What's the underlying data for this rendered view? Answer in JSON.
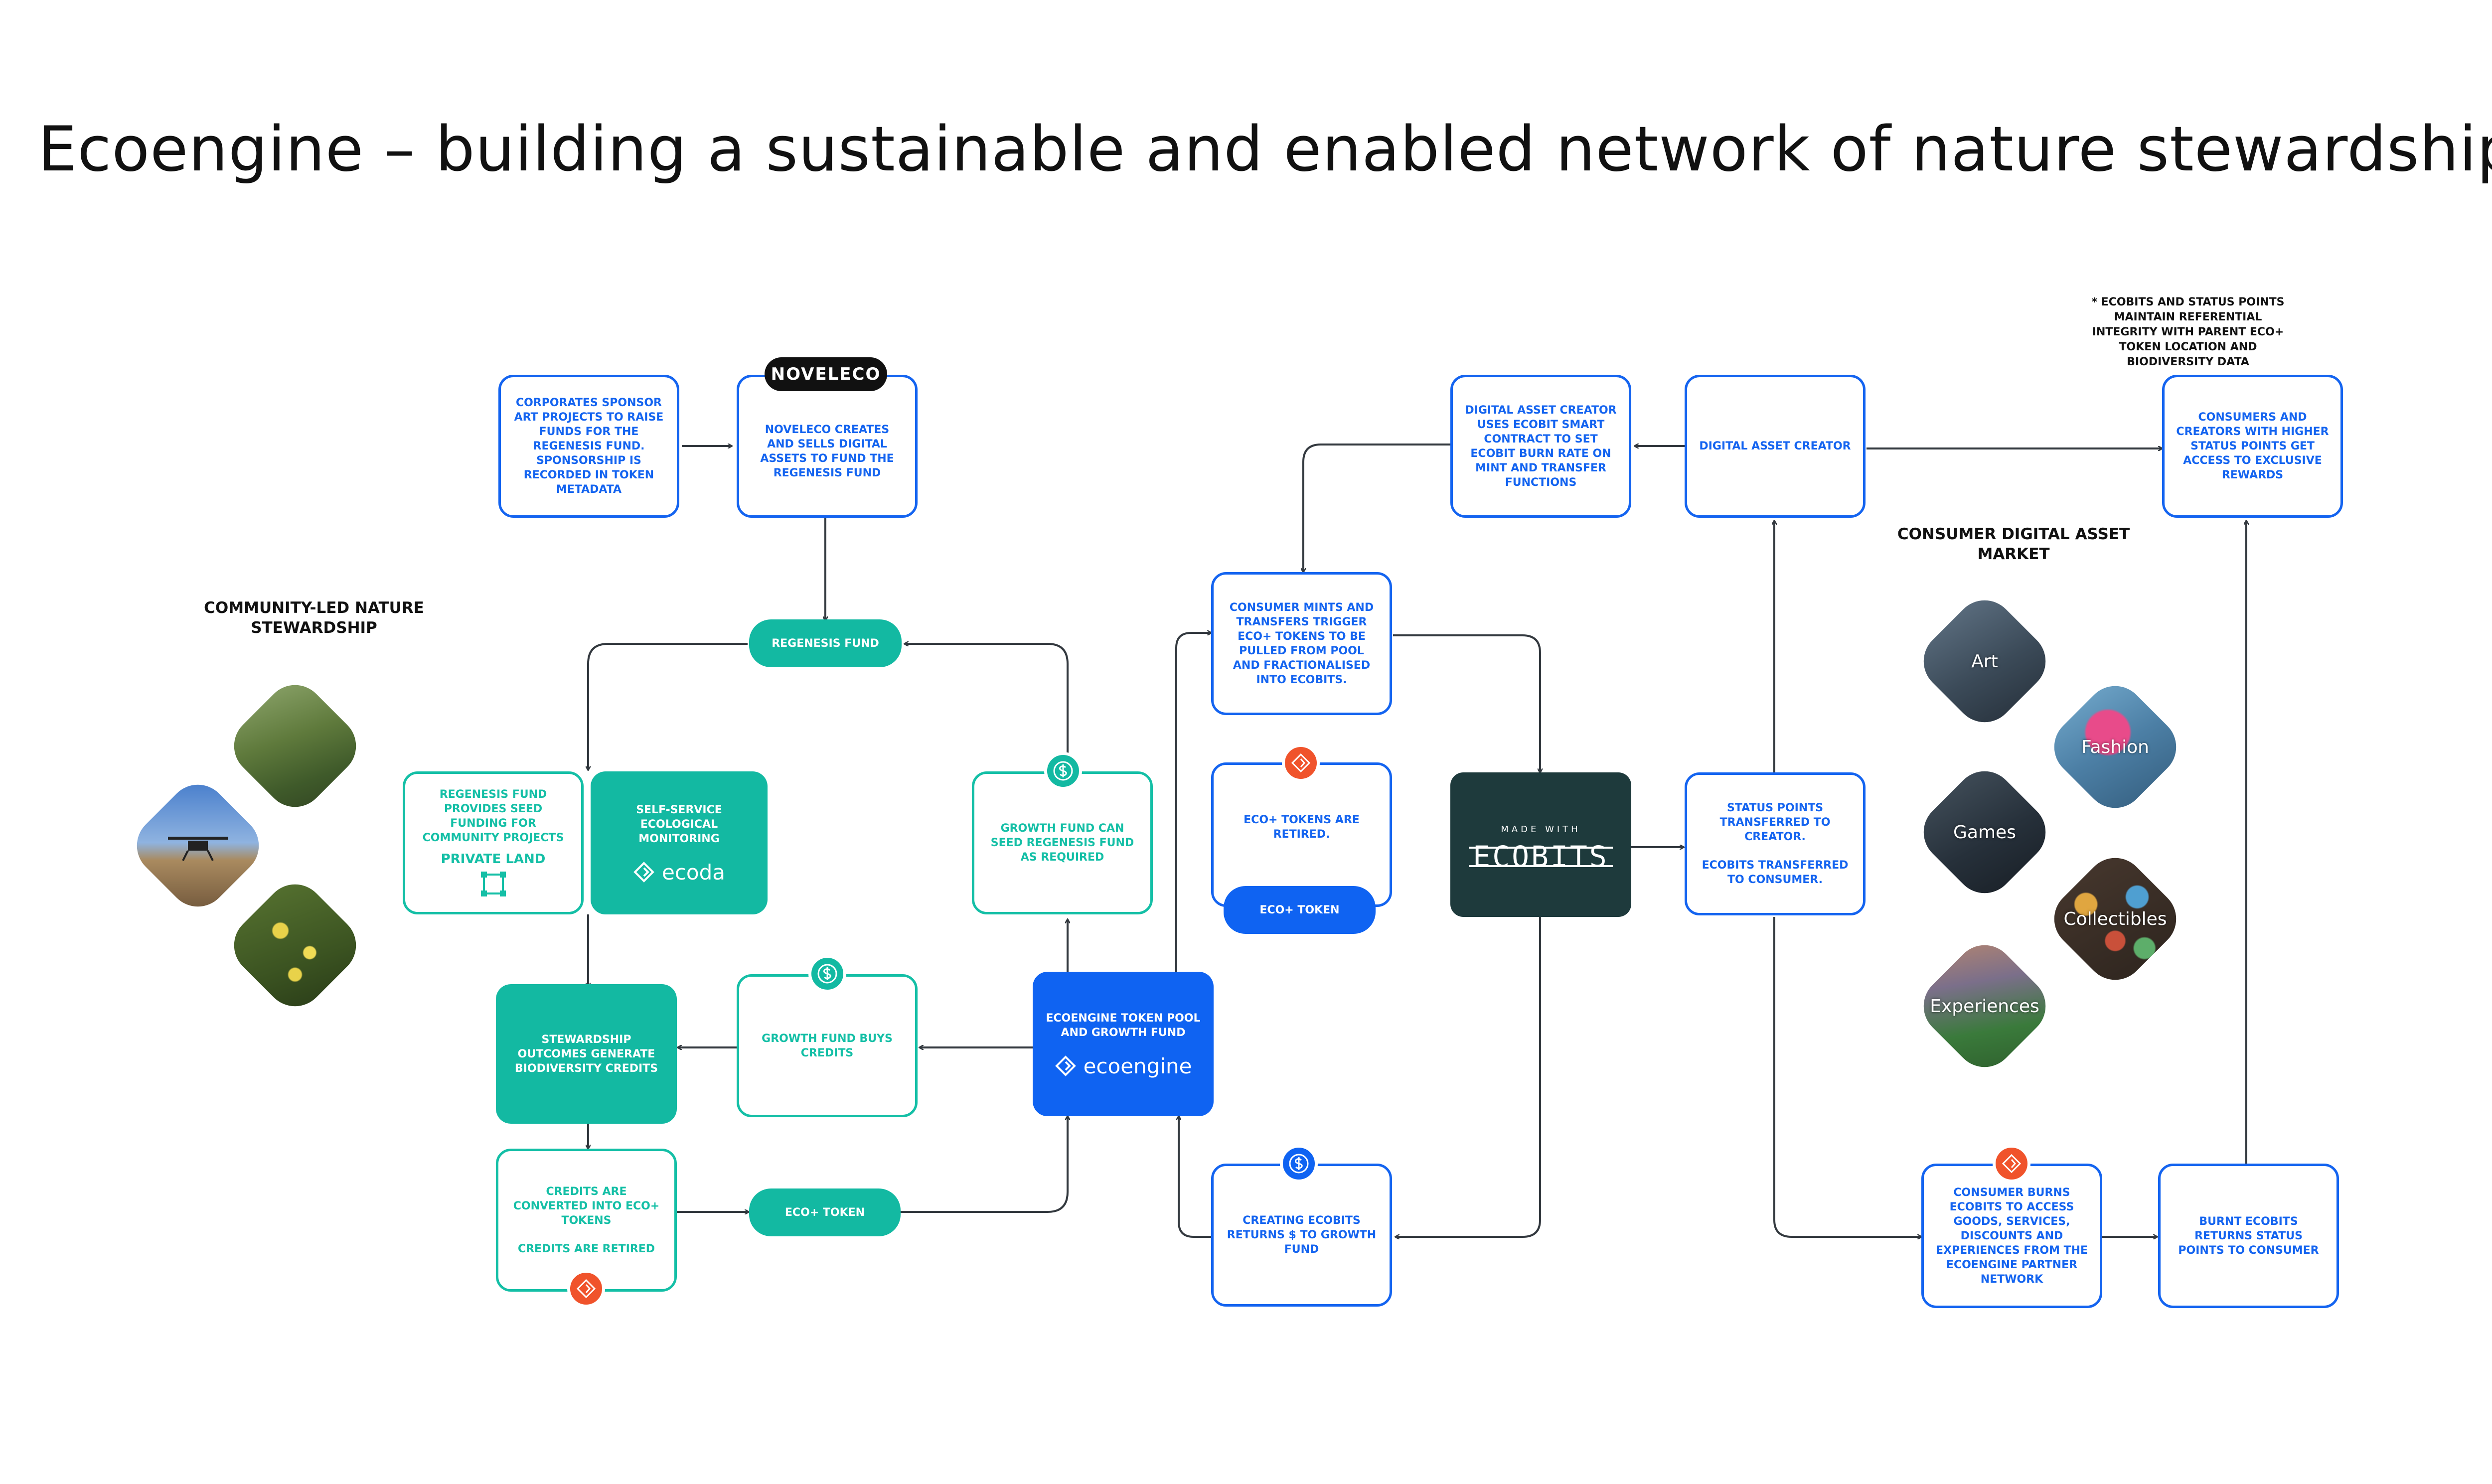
{
  "title": "Ecoengine – building a sustainable and enabled network of nature stewardship",
  "note": "* Ecobits and status points maintain referential integrity with parent ECO+ token location and biodiversity data",
  "sections": {
    "community": "Community-led nature stewardship",
    "market": "Consumer digital asset market"
  },
  "market_items": [
    "Art",
    "Fashion",
    "Games",
    "Collectibles",
    "Experiences"
  ],
  "logos": {
    "noveleco": "NOVELECO",
    "ecoda": "ecoda",
    "ecoengine": "ecoengine",
    "made_with": "MADE WITH",
    "ecobits": "ECOBITS"
  },
  "nodes": {
    "corporates": "Corporates sponsor art projects to raise funds for the regenesis fund. Sponsorship is recorded in token metadata",
    "noveleco": "Noveleco creates and sells digital assets to fund the regenesis fund",
    "regenesis_fund": "Regenesis fund",
    "regen_provides": "Regenesis fund provides seed funding for community projects",
    "private_land": "Private land",
    "self_service": "Self-service ecological monitoring",
    "growth_seed": "Growth fund can seed regenesis fund as required",
    "stewardship": "Stewardship outcomes generate biodiversity credits",
    "growth_buys": "Growth fund buys credits",
    "pool": "Ecoengine token pool and growth fund",
    "credits_converted": "Credits are converted into ECO+ tokens",
    "credits_retired": "Credits are retired",
    "eco_token_pill": "ECO+ token",
    "consumer_mints": "Consumer mints and transfers trigger ECO+ tokens to be pulled from pool and fractionalised into ecobits.",
    "eco_retired": "ECO+ tokens are retired.",
    "eco_token_pill2": "ECO+ token",
    "creating_ecobits": "Creating ecobits returns $ to growth fund",
    "dac_uses": "Digital asset creator uses ecobit smart contract to set ecobit burn rate on mint and transfer functions",
    "dac": "Digital asset creator",
    "status_points": "Status points transferred to creator.",
    "ecobits_transferred": "Ecobits transferred to consumer.",
    "consumers_higher": "Consumers and creators with higher status points get access to exclusive rewards",
    "consumer_burns": "Consumer burns ecobits to access goods, services, discounts and experiences from the ecoengine partner network",
    "burnt_ecobits": "Burnt ecobits returns status points to consumer"
  },
  "colors": {
    "blue": "#1464f0",
    "teal": "#14bfa6",
    "red": "#f0532b",
    "dark": "#1e3a3c",
    "line": "#33393f"
  },
  "icons": {
    "dollar": "dollar-coin-icon",
    "token": "eco-token-diamond-icon",
    "land": "land-parcel-icon"
  }
}
